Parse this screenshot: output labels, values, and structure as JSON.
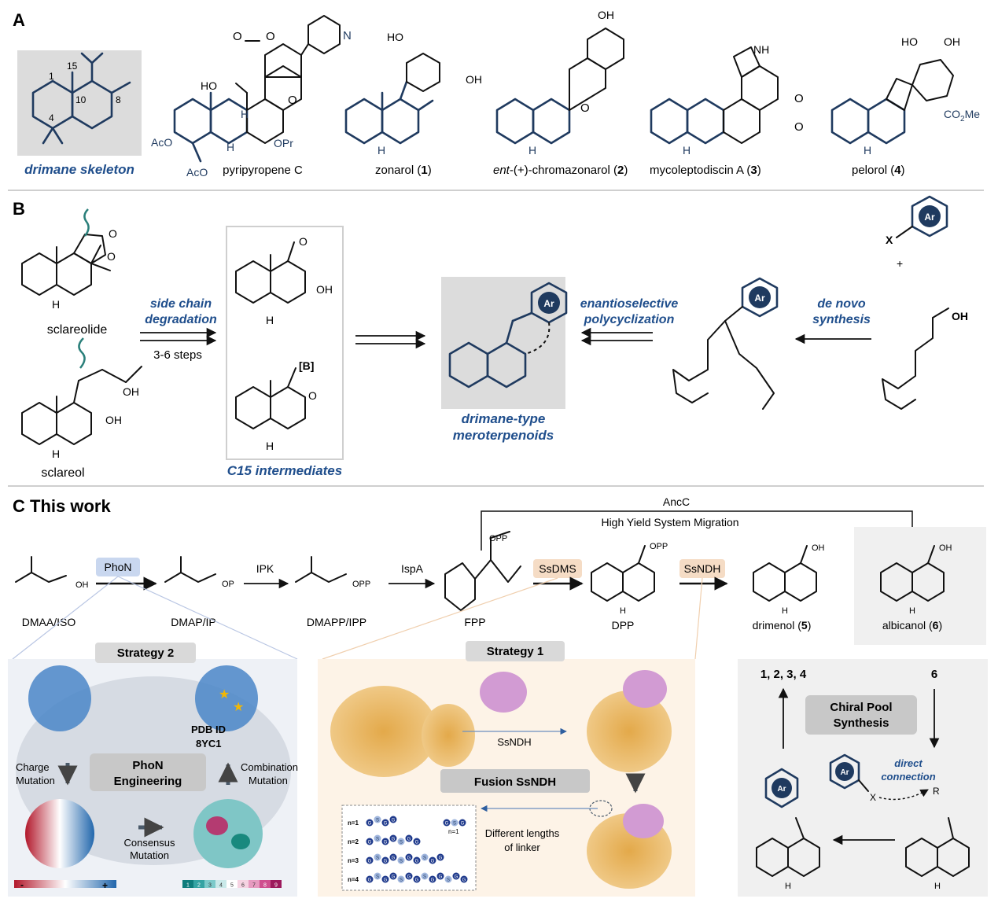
{
  "panels": {
    "a": {
      "label": "A"
    },
    "b": {
      "label": "B"
    },
    "c": {
      "label": "C This work"
    }
  },
  "panel_a": {
    "skeleton_caption": "drimane skeleton",
    "skeleton_numbers": [
      "1",
      "15",
      "10",
      "8",
      "4"
    ],
    "compounds": [
      {
        "name": "pyripyropene C"
      },
      {
        "name": "zonarol (",
        "num": "1",
        "close": ")"
      },
      {
        "name": "-(+)-chromazonarol (",
        "prefix": "ent",
        "num": "2",
        "close": ")"
      },
      {
        "name": "mycoleptodiscin A (",
        "num": "3",
        "close": ")"
      },
      {
        "name": "pelorol (",
        "num": "4",
        "close": ")"
      }
    ],
    "atoms": {
      "ho": "HO",
      "oh": "OH",
      "h": "H",
      "o": "O",
      "n": "N",
      "nh": "NH",
      "aco": "AcO",
      "opr": "OPr",
      "co2me": "CO",
      "co2me_sub": "2",
      "me": "Me"
    }
  },
  "panel_b": {
    "sclareolide": "sclareolide",
    "sclareol": "sclareol",
    "side_chain": [
      "side chain",
      "degradation"
    ],
    "steps": "3-6 steps",
    "c15": "C15 intermediates",
    "boron": "[B]",
    "target": [
      "drimane-type",
      "meroterpenoids"
    ],
    "enantio": [
      "enantioselective",
      "polycyclization"
    ],
    "denovo": [
      "de novo",
      "synthesis"
    ],
    "ar": "Ar",
    "x": "X",
    "plus": "+"
  },
  "panel_c": {
    "ancc": "AncC",
    "migration": "High Yield System Migration",
    "phon": "PhoN",
    "ipk": "IPK",
    "ispa": "IspA",
    "ssdms": "SsDMS",
    "ssndh": "SsNDH",
    "labels": {
      "dmaa": "DMAA/ISO",
      "dmap": "DMAP/IP",
      "dmapp": "DMAPP/IPP",
      "fpp": "FPP",
      "dpp": "DPP",
      "drimenol": "drimenol (",
      "drimenol_num": "5",
      "albicanol": "albicanol (",
      "albicanol_num": "6",
      "close": ")"
    },
    "groups": {
      "oh": "OH",
      "op": "OP",
      "opp": "OPP",
      "h": "H"
    },
    "strategy2": {
      "title": "Strategy 2",
      "pdb": [
        "PDB ID",
        "8YC1"
      ],
      "engineering": [
        "PhoN",
        "Engineering"
      ],
      "charge": [
        "Charge",
        "Mutation"
      ],
      "combination": [
        "Combination",
        "Mutation"
      ],
      "consensus": [
        "Consensus",
        "Mutation"
      ],
      "minus": "-",
      "plusg": "+",
      "scale": [
        "1",
        "2",
        "3",
        "4",
        "5",
        "6",
        "7",
        "8",
        "9"
      ]
    },
    "strategy1": {
      "title": "Strategy 1",
      "ssndh": "SsNDH",
      "fusion": "Fusion  SsNDH",
      "linker": [
        "Different lengths",
        "of linker"
      ],
      "n_labels": [
        "n=1",
        "n=2",
        "n=3",
        "n=4"
      ],
      "g": "G",
      "s": "S",
      "n1": "n=1"
    },
    "chiral": {
      "title": [
        "Chiral Pool",
        "Synthesis"
      ],
      "targets": "1, 2, 3, 4",
      "six": "6",
      "direct": [
        "direct",
        "connection"
      ],
      "ar": "Ar",
      "x": "X",
      "r": "R",
      "h": "H"
    }
  },
  "colors": {
    "navy": "#1f3a5f",
    "accent_blue": "#1f4e8c",
    "skeleton_bg": "#dcdcdc",
    "gray_box": "#f0f0f0",
    "peach": "#fdf3e7",
    "phon_tag": "#c9d7ef",
    "enzyme_tag": "#f5dcc5"
  }
}
